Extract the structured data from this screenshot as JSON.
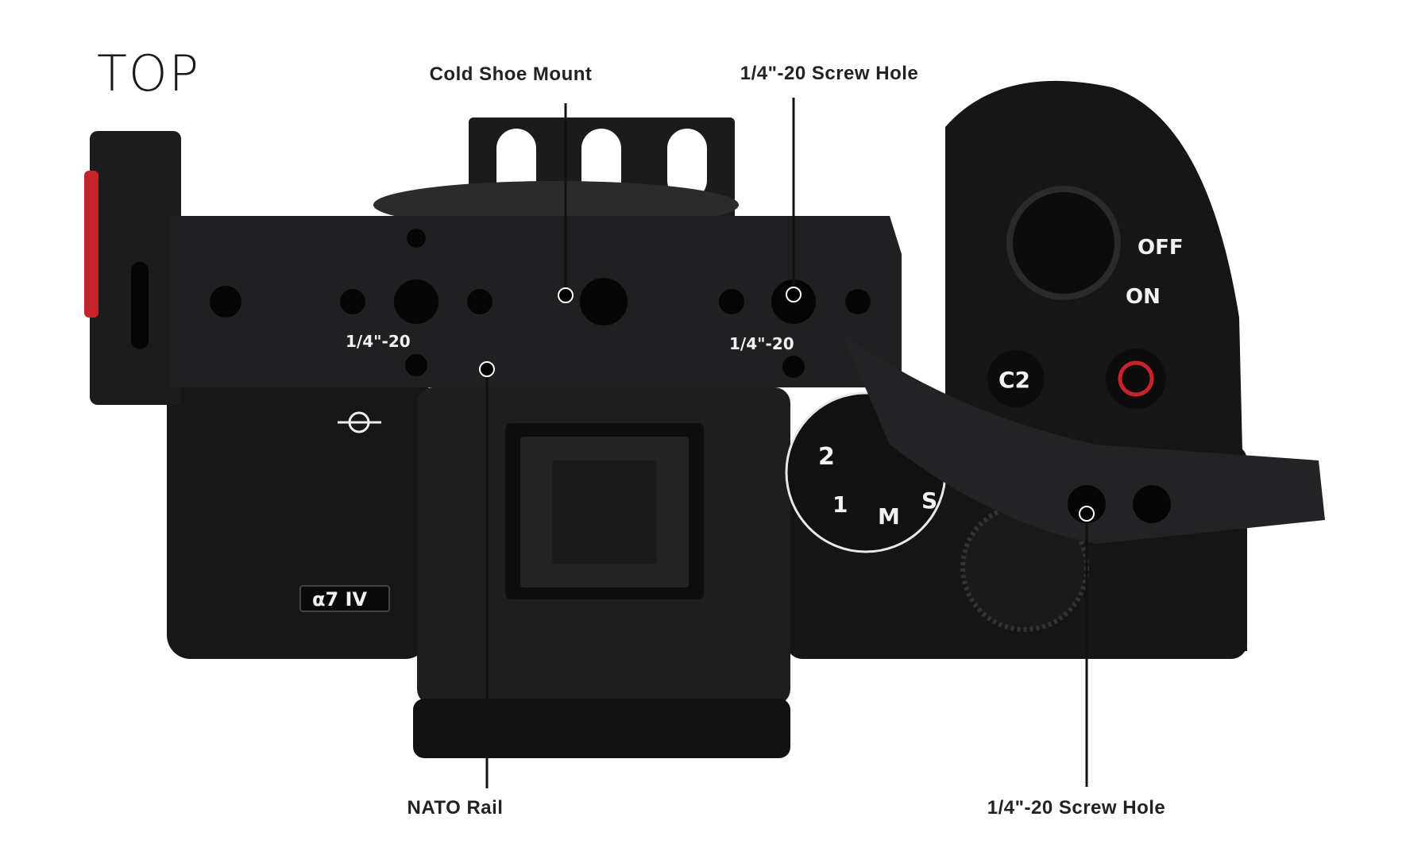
{
  "title": "TOP",
  "callouts": {
    "cold_shoe": "Cold Shoe Mount",
    "screw_hole_top": "1/4\"-20 Screw Hole",
    "nato_rail": "NATO Rail",
    "screw_hole_bottom": "1/4\"-20 Screw Hole"
  },
  "photo_text": {
    "thread_label_left": "1/4\"-20",
    "thread_label_right": "1/4\"-20",
    "power_off": "OFF",
    "power_on": "ON",
    "custom_button": "C2",
    "model_badge": "α7 IV",
    "dial_1": "1",
    "dial_2": "2",
    "dial_m": "M",
    "dial_s": "S"
  },
  "colors": {
    "cage": "#1c1c1e",
    "camera_body": "#141414",
    "accent_red": "#c8232c",
    "leader_line": "#111111"
  }
}
